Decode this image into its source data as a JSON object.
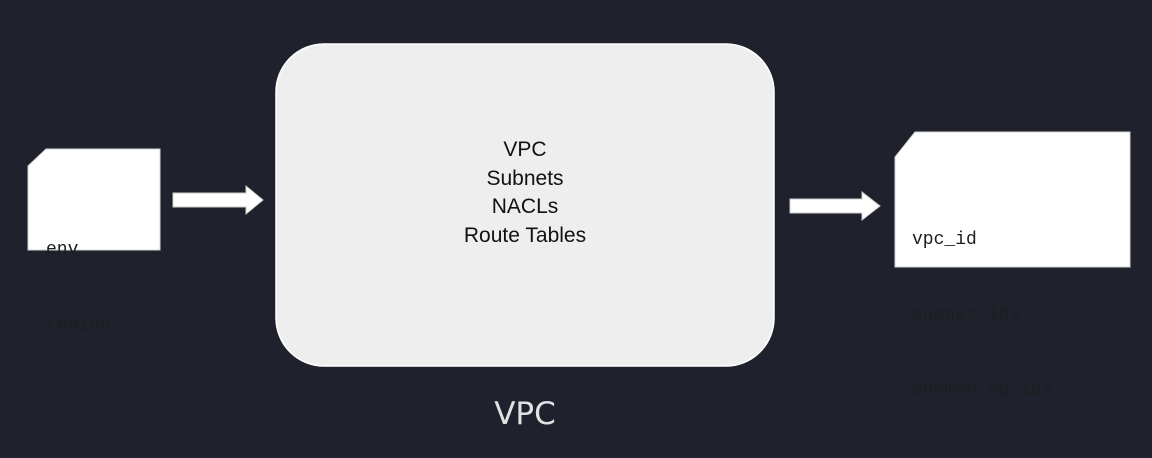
{
  "inputs": {
    "lines": [
      "env",
      "region"
    ]
  },
  "module": {
    "lines": [
      "VPC",
      "Subnets",
      "NACLs",
      "Route Tables"
    ]
  },
  "outputs": {
    "lines": [
      "vpc_id",
      "subnet_ids",
      "common sg ids"
    ]
  },
  "caption": "VPC",
  "colors": {
    "background": "#1f222d",
    "module_fill": "#eeeeee",
    "card_fill": "#ffffff",
    "arrow_fill": "#ffffff",
    "caption_text": "#e2e2e2"
  }
}
